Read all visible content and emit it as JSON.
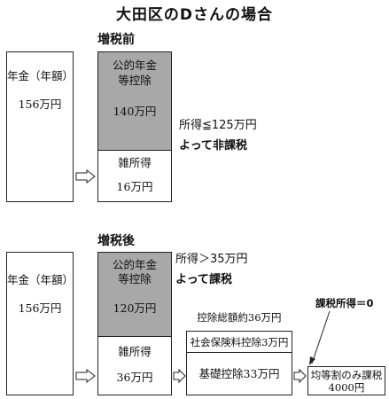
{
  "title": "大田区のDさんの場合",
  "before": {
    "heading": "増税前",
    "pension_label": "年金（年額）",
    "pension_value": "156万円",
    "deduction_label_1": "公的年金",
    "deduction_label_2": "等控除",
    "deduction_value": "140万円",
    "misc_label": "雑所得",
    "misc_value": "16万円",
    "condition": "所得≦125万円",
    "result": "よって非課税"
  },
  "after": {
    "heading": "増税後",
    "pension_label": "年金（年額）",
    "pension_value": "156万円",
    "deduction_label_1": "公的年金",
    "deduction_label_2": "等控除",
    "deduction_value": "120万円",
    "misc_label": "雑所得",
    "misc_value": "36万円",
    "condition": "所得＞35万円",
    "result": "よって課税",
    "deduction_total": "控除総額約36万円",
    "social_insurance": "社会保険料控除3万円",
    "basic_deduction": "基礎控除33万円",
    "taxable_income": "課税所得＝0",
    "flat_tax_label": "均等割のみ課税",
    "flat_tax_value": "4000円"
  }
}
